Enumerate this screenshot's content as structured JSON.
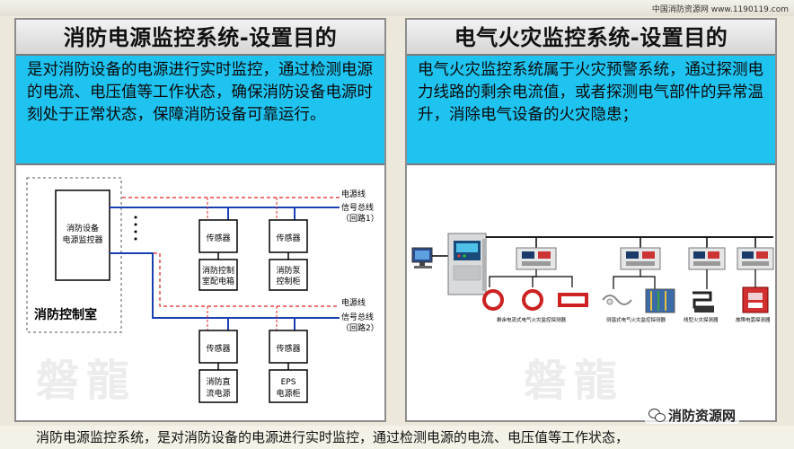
{
  "site_top": "中国消防资源网 www.1190119.com",
  "left_panel": {
    "title": "消防电源监控系统-设置目的",
    "desc": "是对消防设备的电源进行实时监控，通过检测电源的电流、电压值等工作状态，确保消防设备电源时刻处于正常状态，保障消防设备可靠运行。",
    "diagram": {
      "control_room_label": "消防控制室",
      "monitor_box_line1": "消防设备",
      "monitor_box_line2": "电源监控器",
      "power_line_label_1": "电源线",
      "signal_bus_label_1": "信号总线",
      "loop_label_1": "（回路1）",
      "power_line_label_2": "电源线",
      "signal_bus_label_2": "信号总线",
      "loop_label_2": "（回路2）",
      "sensor_label": "传感器",
      "device_1_line1": "消防控制",
      "device_1_line2": "室配电箱",
      "device_2_line1": "消防泵",
      "device_2_line2": "控制柜",
      "device_3_line1": "消防直",
      "device_3_line2": "流电源",
      "device_4_line1": "EPS",
      "device_4_line2": "电源柜",
      "watermark": "磐龍"
    }
  },
  "right_panel": {
    "title": "电气火灾监控系统-设置目的",
    "desc": "电气火灾监控系统属于火灾预警系统，通过探测电力线路的剩余电流值，或者探测电气部件的异常温升，消除电气设备的火灾隐患；",
    "diagram": {
      "detector_label_1": "剩余电流式电气火灾监控探测器",
      "detector_label_2": "测温式电气火灾监控探测器",
      "detector_label_3": "线型火灾探测器",
      "detector_label_4": "故障电弧探测器",
      "watermark": "磐龍"
    }
  },
  "brand": "消防资源网",
  "bottom_caption": "消防电源监控系统，是对消防设备的电源进行实时监控，通过检测电源的电流、电压值等工作状态，",
  "colors": {
    "title_bg": "#dcdcdc",
    "desc_bg": "#1fc3f0",
    "bus_line": "#1a3fb0",
    "dashed_line": "#e02020",
    "page_bg": "#ece8dc"
  }
}
